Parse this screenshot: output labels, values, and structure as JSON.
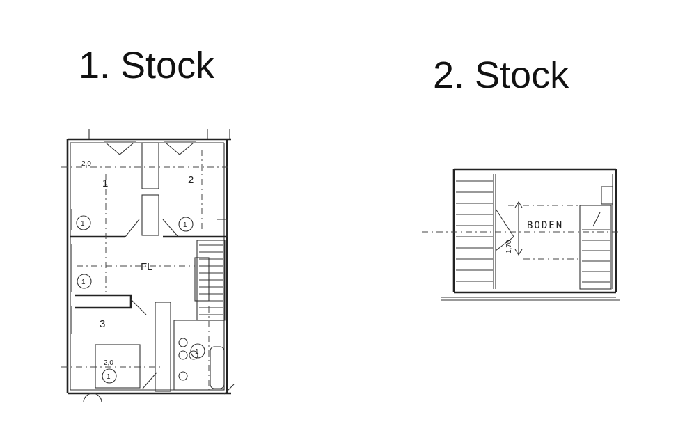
{
  "titles": {
    "floor1": "1. Stock",
    "floor2": "2. Stock"
  },
  "floor1": {
    "rooms": {
      "r1": "1",
      "r2": "2",
      "r3": "3",
      "hall": "FL"
    },
    "dims": {
      "d_top": "2,0",
      "d_bottom": "2,0"
    },
    "circle_mark": "1"
  },
  "floor2": {
    "room": "BODEN",
    "dim": "1,70"
  }
}
